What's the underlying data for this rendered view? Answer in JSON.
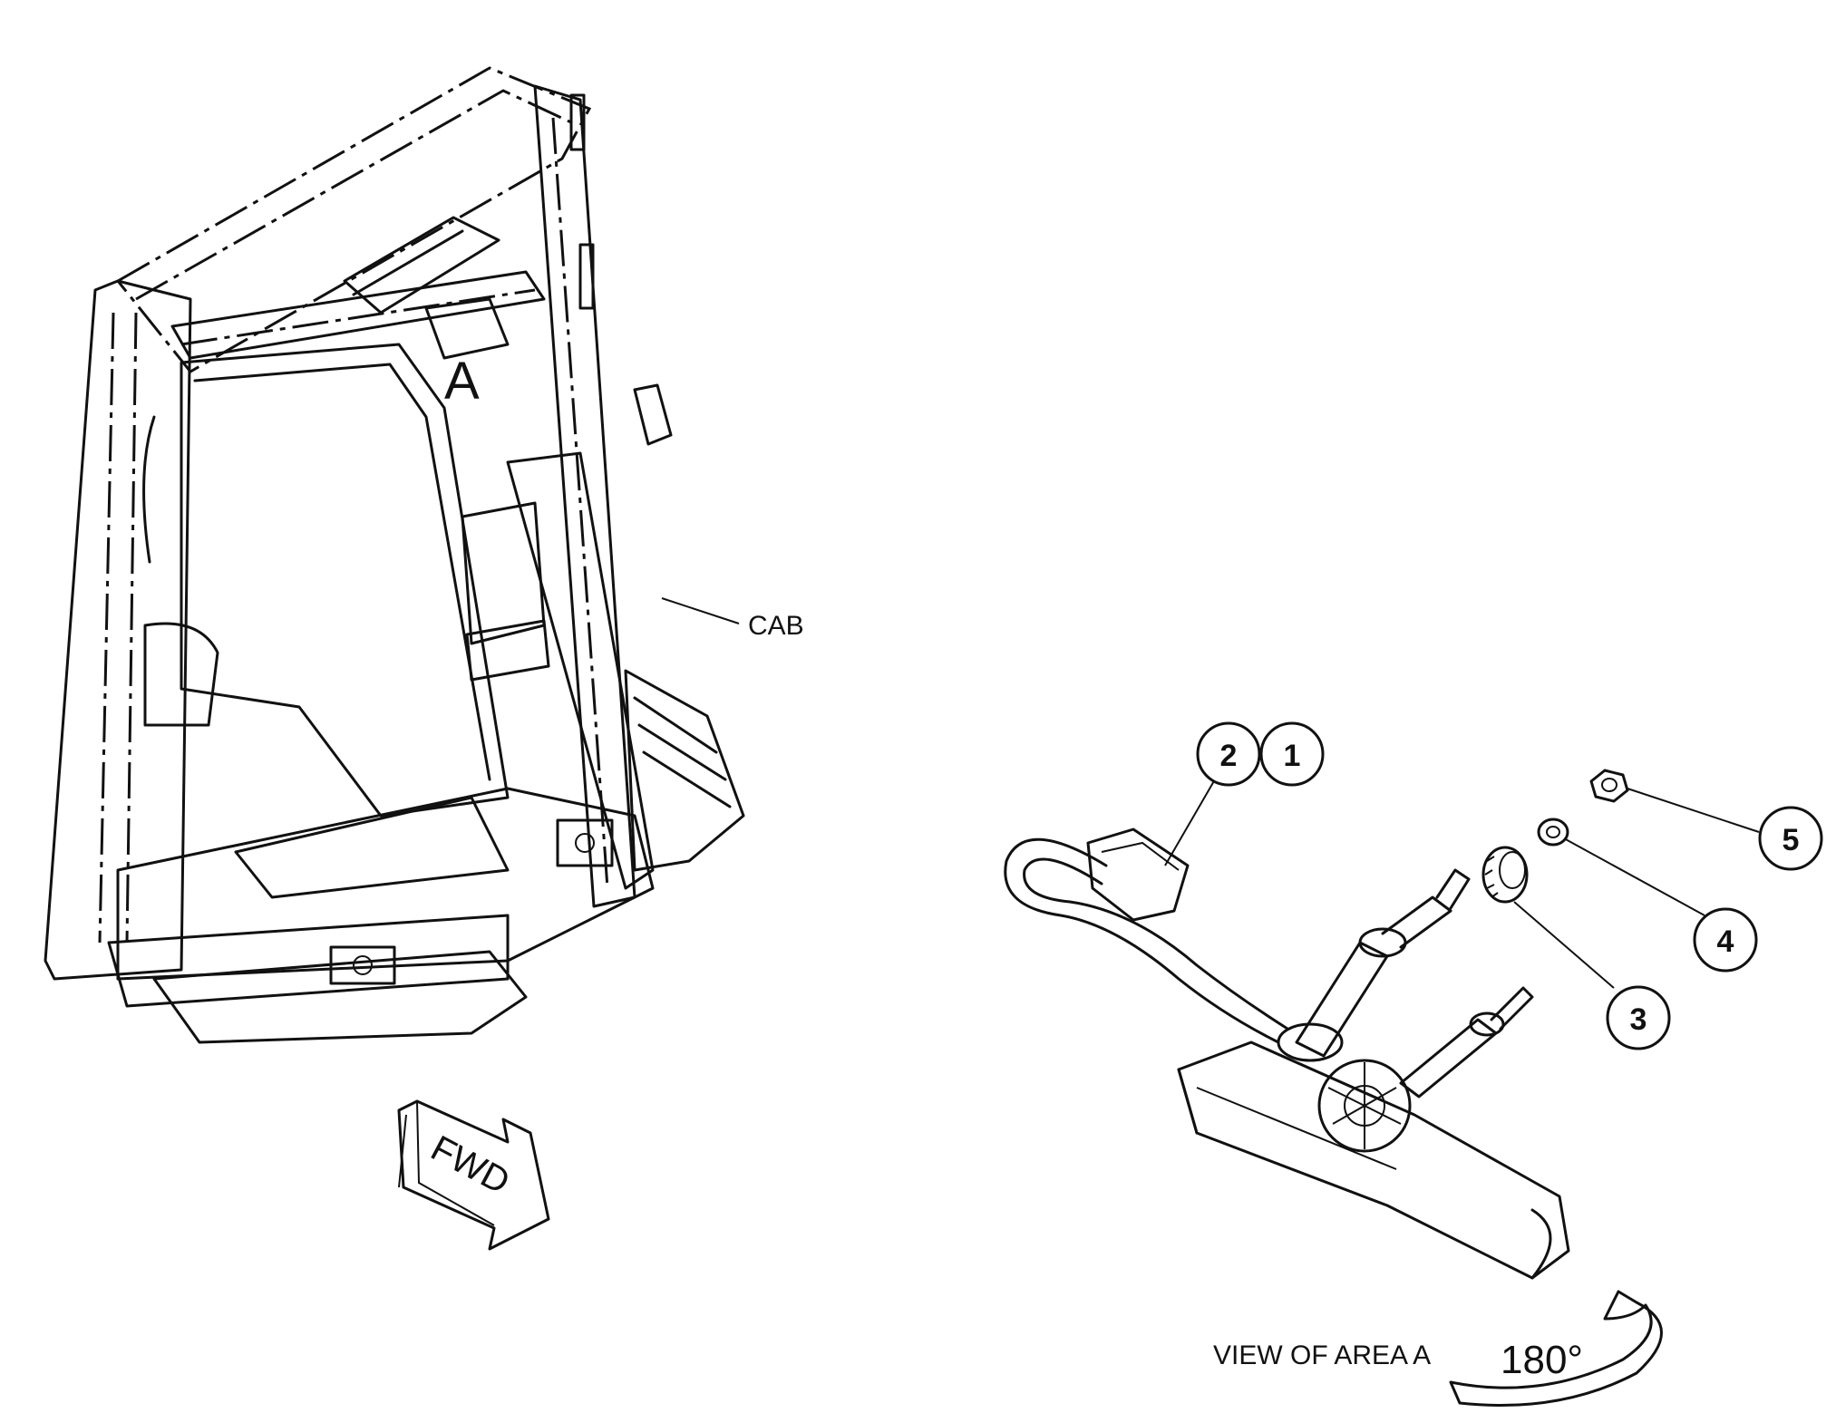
{
  "labels": {
    "area": "A",
    "cab": "CAB",
    "fwd": "FWD",
    "view": "VIEW OF AREA A",
    "rotation": "180°"
  },
  "callouts": [
    "1",
    "2",
    "3",
    "4",
    "5"
  ],
  "icons": {
    "fwd_arrow": "forward-direction-arrow-icon",
    "rotation_arrow": "rotate-180-arrow-icon"
  },
  "colors": {
    "ink": "#111111",
    "paper": "#ffffff"
  }
}
